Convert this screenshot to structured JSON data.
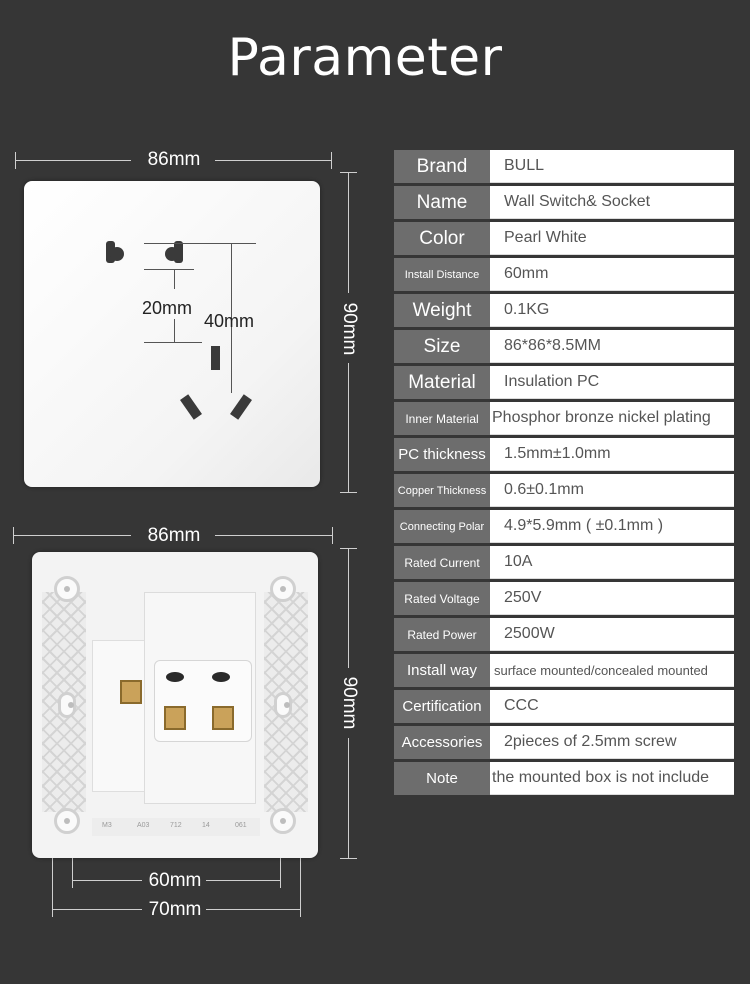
{
  "title": "Parameter",
  "front": {
    "width_label": "86mm",
    "height_label": "90mm",
    "pin_spacing_label": "20mm",
    "pin_depth_label": "40mm"
  },
  "back": {
    "width_label": "86mm",
    "height_label": "90mm",
    "hole_spacing_label": "60mm",
    "frame_width_label": "70mm",
    "codes": [
      "M3",
      "A03",
      "712",
      "14",
      "061"
    ]
  },
  "specs": [
    {
      "key": "Brand",
      "value": "BULL"
    },
    {
      "key": "Name",
      "value": "Wall Switch& Socket"
    },
    {
      "key": "Color",
      "value": "Pearl White"
    },
    {
      "key": "Install Distance",
      "value": "60mm"
    },
    {
      "key": "Weight",
      "value": "0.1KG"
    },
    {
      "key": "Size",
      "value": "86*86*8.5MM"
    },
    {
      "key": "Material",
      "value": "Insulation PC"
    },
    {
      "key": "Inner Material",
      "value": "Phosphor bronze nickel plating"
    },
    {
      "key": "PC thickness",
      "value": "1.5mm±1.0mm"
    },
    {
      "key": "Copper Thickness",
      "value": "0.6±0.1mm"
    },
    {
      "key": "Connecting Polar",
      "value": "4.9*5.9mm ( ±0.1mm )"
    },
    {
      "key": "Rated Current",
      "value": "10A"
    },
    {
      "key": "Rated Voltage",
      "value": "250V"
    },
    {
      "key": "Rated Power",
      "value": "2500W"
    },
    {
      "key": "Install way",
      "value": "surface mounted/concealed mounted"
    },
    {
      "key": "Certification",
      "value": "CCC"
    },
    {
      "key": "Accessories",
      "value": "2pieces of 2.5mm screw"
    },
    {
      "key": "Note",
      "value": "the mounted box is not include"
    }
  ]
}
